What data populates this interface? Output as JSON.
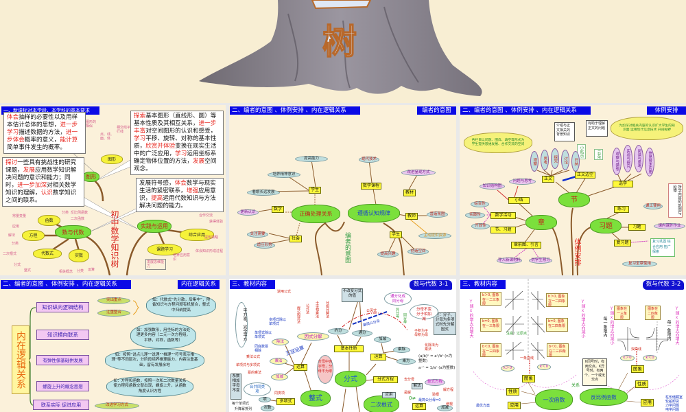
{
  "top": {
    "tree_character": "树"
  },
  "colors": {
    "header_blue": "#0a0ae6",
    "cloud_green": "#7be03c",
    "box_yellow": "#fff93a",
    "slide_bg": "#fbf1da",
    "highlight_red": "#e8261e"
  },
  "slide1": {
    "header": "一、新课标对本学段、本学科的基本要求",
    "title_vertical": "初中数学知识树",
    "callouts": [
      [
        {
          "t": "体会",
          "r": 1
        },
        {
          "t": "抽样的必要性以及用样本估计总体的思想，"
        },
        {
          "t": "进一步学习",
          "r": 1
        },
        {
          "t": "描述数据的方法，"
        },
        {
          "t": "进一步体会",
          "r": 1
        },
        {
          "t": "概率的意义，"
        },
        {
          "t": "能计算",
          "r": 1
        },
        {
          "t": "简单事件发生的概率。"
        }
      ],
      [
        {
          "t": "探讨",
          "r": 1
        },
        {
          "t": "一些具有挑战性的研究课题，"
        },
        {
          "t": "发展",
          "r": 1
        },
        {
          "t": "应用数学知识解决问题的意识和能力；同时，"
        },
        {
          "t": "进一步加深",
          "r": 1
        },
        {
          "t": "对相关数学知识的理解，"
        },
        {
          "t": "认识",
          "r": 1
        },
        {
          "t": "数学知识之间的联系。"
        }
      ],
      [
        {
          "t": "探索",
          "r": 1
        },
        {
          "t": "基本图形（直线形、圆）等基本性质及其相互关系，"
        },
        {
          "t": "进一步丰富",
          "r": 1
        },
        {
          "t": "对空间图形的认识和感受，"
        },
        {
          "t": "学习",
          "r": 1
        },
        {
          "t": "平移、旋转、对称的基本性质，"
        },
        {
          "t": "欣赏并体验",
          "r": 1
        },
        {
          "t": "变换在现实生活中的广泛应用，"
        },
        {
          "t": "学习",
          "r": 1
        },
        {
          "t": "运用坐标系确定物体位置的方法，"
        },
        {
          "t": "发展",
          "r": 1
        },
        {
          "t": "空间观念。"
        }
      ],
      [
        {
          "t": "发展符号感，"
        },
        {
          "t": "体会",
          "r": 1
        },
        {
          "t": "数学与现实生活的紧密联系，"
        },
        {
          "t": "增强",
          "r": 1
        },
        {
          "t": "应用意识，"
        },
        {
          "t": "提高",
          "r": 1
        },
        {
          "t": "运用代数知识与方法解决问题的能力。"
        }
      ]
    ],
    "nodes": {
      "num_algebra": "数与代数",
      "function": "函数",
      "equation": "方程",
      "algebraic_expr": "代数式",
      "real_number": "实数",
      "practice": "实践与运用",
      "comprehensive": "综合应用",
      "project": "课题学习",
      "geometry": "图形",
      "geometry2": "图形"
    },
    "labels": [
      "常量变量",
      "应用",
      "解法",
      "分类",
      "二次根式",
      "分式",
      "整式",
      "相关概念",
      "分类",
      "运算",
      "分类",
      "反比例函数",
      "二次函数",
      "合作交流",
      "获得体验",
      "提炼策略",
      "体会知识形成过程",
      "培养应用意识",
      "发展思维能力",
      "图形的相似",
      "点、线、面、体",
      "相交线平行线"
    ]
  },
  "slide2": {
    "header": "二、编者的意图 、体例安排 、内在逻辑关系",
    "tag": "编者的意图",
    "title_vertical": "编者的意图",
    "clouds": [
      "正确处理关系",
      "遵循认知规律"
    ],
    "boxes": [
      "学生",
      "数学",
      "社会",
      "数学课程",
      "教材",
      "教师",
      "学生"
    ],
    "ellipses": [
      "提高能力",
      "培养精神意识",
      "着眼长远发展",
      "更新认识",
      "关注需要",
      "适应形势",
      "现代技术",
      "改进呈现方式",
      "营造氛围",
      "主动提供资源",
      "提高兴趣",
      "创造空间"
    ]
  },
  "slide3": {
    "header": "二、编者的意图 、体例安排 、内在逻辑关系",
    "tag": "体例安排",
    "title_vertical": "体例安排",
    "clouds": [
      "节",
      "章",
      "习题"
    ],
    "boxes": [
      "正文",
      "正文边空",
      "选学",
      "小结",
      "数学活动",
      "节、习题",
      "章前图、引言",
      "练习",
      "习题",
      "复习题"
    ],
    "ellipses": [
      "知识结构图",
      "问题与思考",
      "综合性",
      "实践性",
      "开放性",
      "导入新课材料",
      "供学生预习",
      "课上使用",
      "课内课外作业",
      "复习全章使用"
    ],
    "vertical_ellipses_left": [
      "观察",
      "思考",
      "探究",
      "讨论",
      "归纳"
    ],
    "vertical_ellipses_right": [
      "观察与猜想",
      "实验与探究",
      "阅读与思考",
      "信息技术应用"
    ],
    "note_background": "介绍与正文相关的背景知识",
    "note_question": "有助于理解正文的问题",
    "tip": "小贴示",
    "cloud_tip": "云朵",
    "bubble_left": "各栏目以问题、图白、填空等形式为学生提供思维发展、合作交流的空间",
    "bubble_right": "为加深对相关内容的认识扩大学生的知识面 运用现代信息技术 开阔视野",
    "side_note": "所学内容的巩固与延伸",
    "review_note": "复习巩固 综合应用 拓广探索"
  },
  "slide4": {
    "header": "二、编者的意图 、体例安排 、内在逻辑关系",
    "tag": "内在逻辑关系",
    "main": "内在逻辑关系",
    "items": [
      "知识纵向逻辑结构",
      "知识横向联系",
      "有弹性保基础供发展",
      "螺旋上升的概念思想",
      "联系实际 促进应用"
    ],
    "green_ovals": [
      "突出重点",
      "注重整合",
      "改进学习方式"
    ],
    "callouts": [
      "如：代数式“先分散，后集中”，预备知识与方程问题有机整合，整式中归纳提高",
      "如：加强数形，用坐标的方法处理更多内容（二元一次方程组，平移，对称，函数等）",
      "如：按照“说点儿理”“说理”“推理”“符号表示推理”等不同层次，分阶段培养推理能力，内容注重基础，留有发展余地",
      "如：方程和函数，按照一次和二次数量关系使方程和函数交替出现，螺旋上升，从函数角度认识方程"
    ]
  },
  "slide5": {
    "header": "三、教材内容",
    "tag": "数与代数 3-1",
    "clouds": [
      "分式",
      "整式",
      "二次根式"
    ],
    "boxes": [
      "基本性质",
      "运算",
      "运算",
      "分式方程",
      "多项式",
      "运算"
    ],
    "blue_ellipses": [
      "约分",
      "通分",
      "加减",
      "乘除",
      "乘方",
      "项",
      "次数",
      "加减"
    ],
    "yellow_ellipses": [
      "因式分解",
      "除法",
      "乘法",
      "加减"
    ],
    "pink_note": "分母中含字母，分母不为零",
    "gray_boxes": [
      "不改变分式的值",
      "注：分子、分母为多项式时先分解因式",
      "系数相加字母不变",
      "应用",
      "解法"
    ],
    "bubbles": [
      "平方差、完全平方",
      "合并同类项",
      "通分化成同分母",
      "分母不变分子相加减"
    ],
    "labels": [
      "逆用公式",
      "提公因式法",
      "公式法",
      "十字相乘法",
      "分组分解法",
      "多项式除以单项式",
      "单项式除以单项式",
      "同底数幂相除",
      "乘法公式",
      "单项式与多项式",
      "幂的乘法",
      "互逆运算",
      "同类项",
      "每个单项式",
      "升降幂排列",
      "公因式",
      "最简公分母",
      "异分母",
      "同分母",
      "子积为子母积为母",
      "化除法为乘法",
      "(a/b)ⁿ = aⁿ/bⁿ (n为整数)",
      "a⁻ⁿ = 1/aⁿ (a为整数)",
      "去分母",
      "整式方程",
      "解方程",
      "是解",
      "0≠",
      "最简公分母=0",
      "验根",
      "增根"
    ]
  },
  "slide6": {
    "header": "三、教材内容",
    "tag": "数与代数 3-2",
    "linear_cases_left": [
      "b＞0, 图象在一二三象限",
      "b=0, 图象在一三象限",
      "b＜0, 图象在一三四象限"
    ],
    "linear_cases_right": [
      "b＞0, 图象在一二四象限",
      "b=0, 图象在二四象限",
      "b＜0, 图象在二三四象限"
    ],
    "increase": "Y随x的增大而增大",
    "decrease": "Y随x的增大而减小",
    "k_pos": "k＞0",
    "k_neg": "k＜0",
    "line_label": "一条直线",
    "origin_note": "注意！过原点",
    "boxes": [
      "图象",
      "性质",
      "应用",
      "图象",
      "性质",
      "应用"
    ],
    "best_plan": "最优方案",
    "clouds": [
      "一次函数",
      "反比例函数"
    ],
    "relation": "关系",
    "k_note": "K同号时，有两交点。K异号时，有两个、一个或无交点",
    "inverse_cases": [
      "图象在一三象限",
      "图象在二四象限"
    ],
    "each_quadrant": "每一象限内",
    "hyperbola": "双曲线",
    "applications": [
      "柱形储藏室",
      "轮船卸货",
      "力学问题",
      "电学问题"
    ]
  }
}
